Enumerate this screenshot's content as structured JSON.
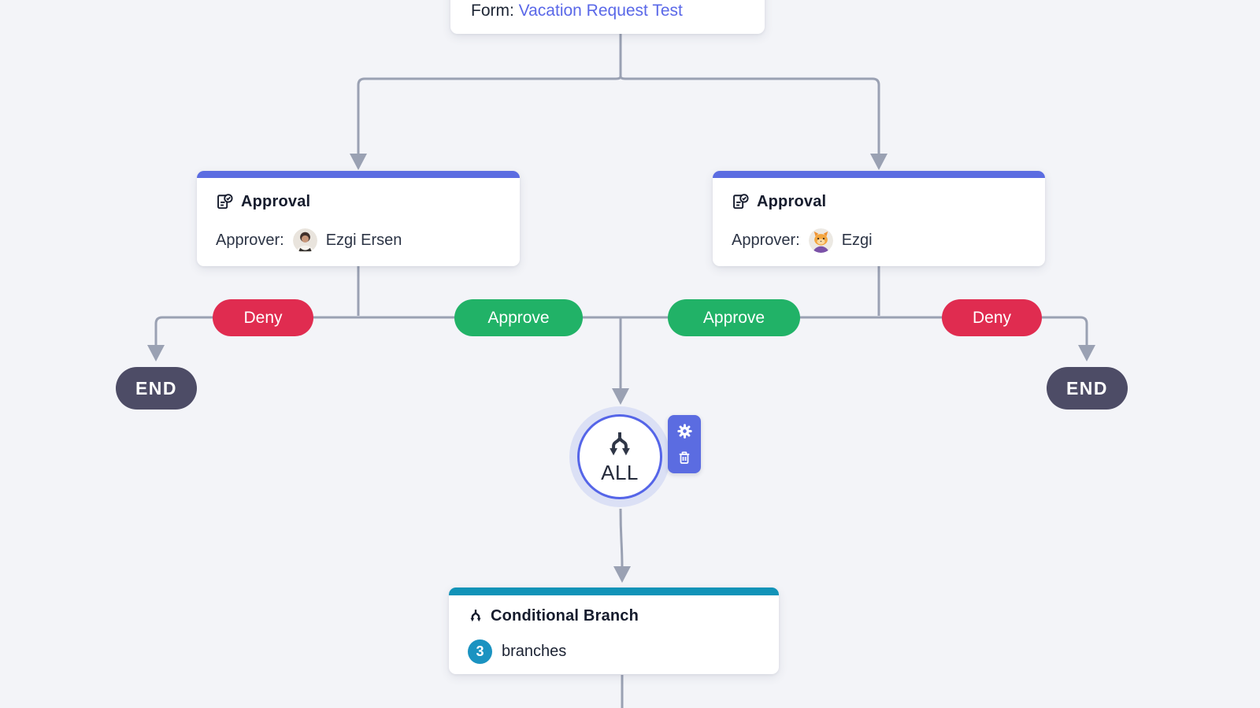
{
  "form_node": {
    "label": "Form:",
    "name": "Vacation Request Test"
  },
  "approvals": [
    {
      "title": "Approval",
      "approver_label": "Approver:",
      "approver_name": "Ezgi Ersen",
      "avatar": "photo-avatar"
    },
    {
      "title": "Approval",
      "approver_label": "Approver:",
      "approver_name": "Ezgi",
      "avatar": "cat-emoji-avatar"
    }
  ],
  "branch_labels": [
    {
      "id": "deny-left",
      "label": "Deny"
    },
    {
      "id": "approve-left",
      "label": "Approve"
    },
    {
      "id": "approve-right",
      "label": "Approve"
    },
    {
      "id": "deny-right",
      "label": "Deny"
    }
  ],
  "end_nodes": {
    "left": "END",
    "right": "END"
  },
  "all_node": {
    "label": "ALL",
    "icon": "branch-split-icon"
  },
  "node_toolbar": {
    "icons": [
      "settings-gear-icon",
      "trash-icon"
    ]
  },
  "conditional_node": {
    "title": "Conditional Branch",
    "icon": "branch-split-icon",
    "branch_count": "3",
    "branch_count_label": "branches"
  },
  "colors": {
    "background": "#f3f4f8",
    "accent_indigo": "#5b6ce1",
    "accent_teal": "#1193b8",
    "deny_red": "#e02c50",
    "approve_green": "#21b267",
    "end_slate": "#4d4c66",
    "connector_gray": "#9aa1b3",
    "link_indigo": "#5a68e8",
    "badge_blue": "#1b93c1"
  }
}
